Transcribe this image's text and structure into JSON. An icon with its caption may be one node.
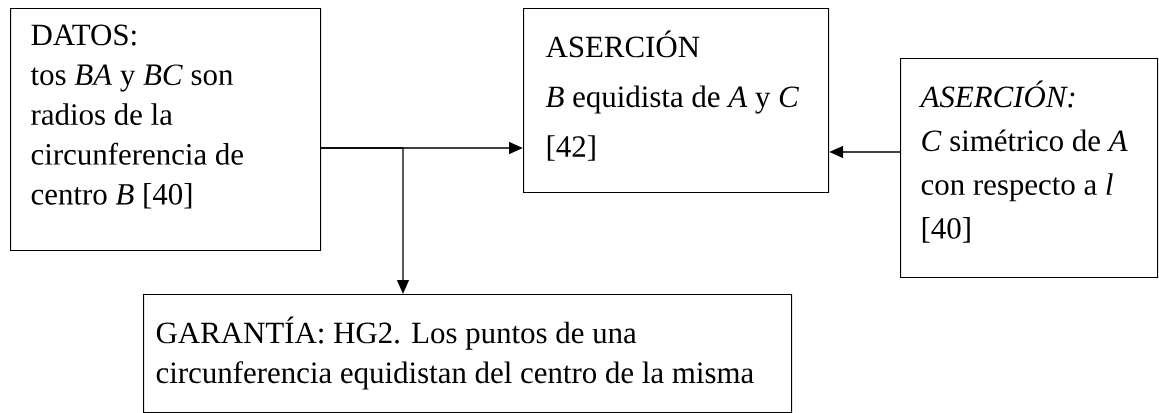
{
  "diagram": {
    "nodes": [
      {
        "text": [
          "DATOS:",
          "tos *BA* y *BC* son radios de la circunferencia de centro *B* [40]"
        ]
      },
      {
        "text": [
          "ASERCIÓN",
          "*B* equidista de *A* y *C*",
          "[42]"
        ]
      },
      {
        "text": [
          "ASERCIÓN:",
          "*C* simétrico de *A* con respecto a *l* [40]"
        ]
      },
      {
        "text": [
          "GARANTÍA: HG2. Los puntos de una circunferencia equidistan del centro de la misma"
        ]
      }
    ],
    "edges": [
      {
        "from": 0,
        "to": 1,
        "arrow": "to"
      },
      {
        "from": 0,
        "to": 3,
        "arrow": "to"
      },
      {
        "from": 2,
        "to": 1,
        "arrow": "to"
      }
    ]
  }
}
